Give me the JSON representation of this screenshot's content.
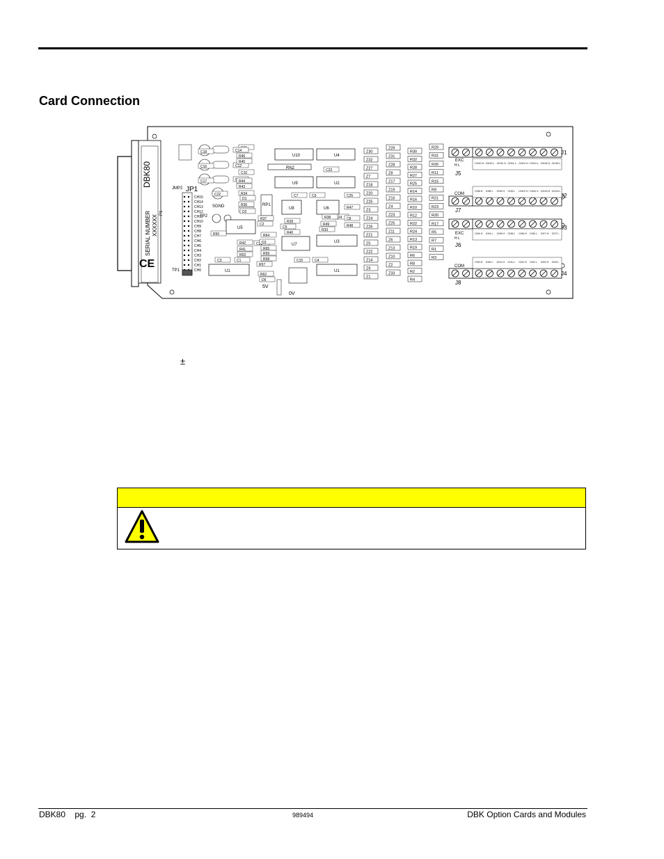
{
  "heading": "Card Connection",
  "board": {
    "board_name": "DBK80",
    "serial_label": "SERIAL NUMBER",
    "serial_value": "XXXXXX",
    "ce_mark": "CE",
    "p1_label": "P1",
    "jp1_label": "JP1",
    "jmp2_label": "JMP2",
    "tp1_label": "TP1",
    "tp2_label": "TP2",
    "sgnd_label": "SGND",
    "five_v_label": "5V",
    "zero_v_label": "0V",
    "jp1_pins": [
      "CH15",
      "CH14",
      "CH13",
      "CH12",
      "CH11",
      "CH10",
      "CH9",
      "CH8",
      "CH7",
      "CH6",
      "CH5",
      "CH4",
      "CH3",
      "CH2",
      "CH1",
      "CH0"
    ],
    "chips": [
      "U10",
      "U4",
      "U9",
      "U2",
      "U8",
      "U6",
      "U5",
      "U7",
      "U3",
      "U1",
      "U1"
    ],
    "rn2_label": "RN2",
    "rp1_label": "RP1",
    "caps": [
      "C11",
      "C10",
      "C18",
      "C14",
      "C16",
      "C12",
      "C17",
      "C13",
      "C22",
      "C23",
      "C7",
      "C9",
      "C25",
      "C24",
      "C8",
      "C5",
      "C2",
      "C1",
      "C3",
      "C4",
      "C15",
      "C21"
    ],
    "resistors": [
      "R46",
      "R45",
      "R44",
      "R43",
      "R34",
      "R36",
      "R35",
      "R37",
      "R47",
      "R48",
      "R49",
      "R38",
      "R39",
      "R40",
      "R42",
      "R41",
      "R63",
      "R64",
      "R65",
      "R59",
      "R58",
      "R57",
      "R62",
      "R33",
      "R50"
    ],
    "diodes": [
      "D1",
      "D2",
      "D3",
      "D6"
    ],
    "z_col1": [
      "Z30",
      "Z32",
      "Z27",
      "Z7",
      "Z18",
      "Z20",
      "Z25",
      "Z3",
      "Z24",
      "Z26",
      "Z21",
      "Z5",
      "Z22",
      "Z14",
      "Z9",
      "Z1"
    ],
    "z_col2": [
      "Z29",
      "Z31",
      "Z28",
      "Z8",
      "Z17",
      "Z19",
      "Z16",
      "Z4",
      "Z23",
      "Z25",
      "Z11",
      "Z6",
      "Z13",
      "Z10",
      "Z2",
      "Z33"
    ],
    "r_col1": [
      "R30",
      "R32",
      "R28",
      "R27",
      "R25",
      "R14",
      "R16",
      "R10",
      "R12",
      "R22",
      "R24",
      "R13",
      "R19",
      "R6",
      "R8",
      "R2",
      "R4"
    ],
    "r_col2": [
      "R29",
      "R31",
      "R26",
      "R11",
      "R15",
      "R9",
      "R21",
      "R23",
      "R20",
      "R17",
      "R5",
      "R7",
      "R1",
      "R3"
    ],
    "connectors": {
      "j5": "J5",
      "j7": "J7",
      "j6": "J6",
      "j8": "J8",
      "j1": "J1",
      "j2": "J2",
      "j3": "J3",
      "j4": "J4",
      "exc": "EXC",
      "com": "COM",
      "hl": "H  L"
    },
    "j1_labels": [
      "CH10 H",
      "CH10 L",
      "CH11 H",
      "CH11 L",
      "CH14 H",
      "CH14 L",
      "CH15 H",
      "CH15 L"
    ],
    "j2_labels": [
      "CH8 H",
      "CH8 L",
      "CH9 H",
      "CH9 L",
      "CH12 H",
      "CH12 L",
      "CH13 H",
      "CH13 L"
    ],
    "j3_labels": [
      "CH4 H",
      "CH4 L",
      "CH5 H",
      "CH5 L",
      "CH6 H",
      "CH6 L",
      "CH7 H",
      "CH7 L"
    ],
    "j4_labels": [
      "CH0 H",
      "CH0 L",
      "CH1 H",
      "CH1 L",
      "CH2 H",
      "CH2 L",
      "CH3 H",
      "CH3 L"
    ]
  },
  "symbol": "±",
  "footer": {
    "left": "DBK80    pg.  2",
    "center": "989494",
    "right": "DBK Option Cards and Modules"
  }
}
